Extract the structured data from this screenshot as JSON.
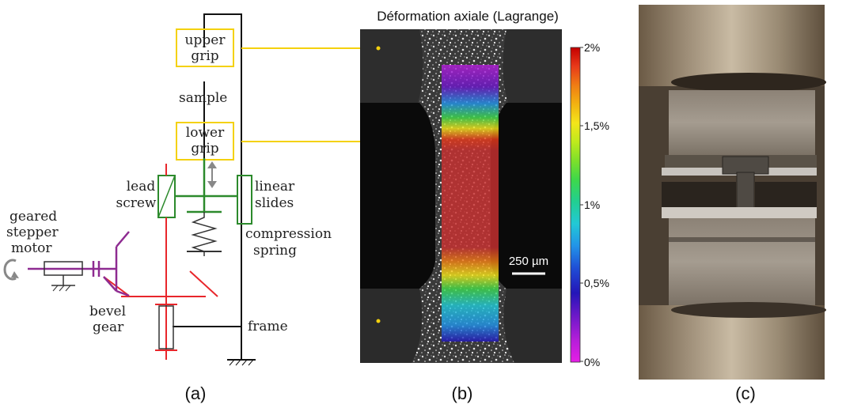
{
  "panel_a": {
    "labels": {
      "upper_grip_1": "upper",
      "upper_grip_2": "grip",
      "sample": "sample",
      "lower_grip_1": "lower",
      "lower_grip_2": "grip",
      "lead_screw_1": "lead",
      "lead_screw_2": "screw",
      "linear_slides_1": "linear",
      "linear_slides_2": "slides",
      "motor_1": "geared",
      "motor_2": "stepper",
      "motor_3": "motor",
      "compression_spring_1": "compression",
      "compression_spring_2": "spring",
      "bevel_gear_1": "bevel",
      "bevel_gear_2": "gear",
      "frame": "frame"
    },
    "caption": "(a)",
    "colors": {
      "callout": "#f4d10e",
      "lead_screw_axis": "#e8262b",
      "guide": "#2c8a2c",
      "motor": "#8e2b91",
      "frame": "#111111"
    }
  },
  "panel_b": {
    "title": "Déformation axiale (Lagrange)",
    "scale_bar": "250 µm",
    "caption": "(b)",
    "colorbar": {
      "ticks": [
        "2%",
        "1,5%",
        "1%",
        "0,5%",
        "0%"
      ],
      "colors": [
        "#c40000",
        "#e83a1a",
        "#f07d14",
        "#f2b211",
        "#f4e51a",
        "#bfea1c",
        "#7ee02a",
        "#3ed84a",
        "#22cf91",
        "#22c9d6",
        "#2294e8",
        "#1f4fd6",
        "#2415b8",
        "#6a18c8",
        "#b51ed9",
        "#e61ee6"
      ]
    }
  },
  "panel_c": {
    "caption": "(c)"
  }
}
